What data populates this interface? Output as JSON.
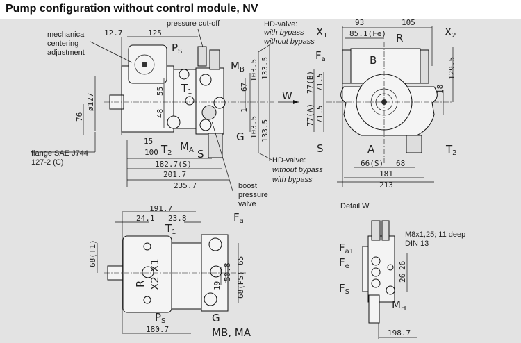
{
  "title": "Pump configuration without control module, NV",
  "side_view": {
    "pressure_cutoff": "pressure cut-off",
    "mech_1": "mechanical",
    "mech_2": "centering",
    "mech_3": "adjustment",
    "d_12_7": "12.7",
    "d_125": "125",
    "ps": "P",
    "ps_sub": "S",
    "mb": "M",
    "mb_sub": "B",
    "t1": "T",
    "t1_sub": "1",
    "d_55": "55",
    "d_67": "67",
    "d_103_5_top": "103.5",
    "d_133_5_top": "133.5",
    "d_127": "ø127",
    "d_76": "76",
    "d_48": "48",
    "d_1": "1",
    "d_103_5_bot": "103.5",
    "d_133_5_bot": "133.5",
    "g": "G",
    "t2": "T",
    "t2_sub": "2",
    "ma": "M",
    "ma_sub": "A",
    "s": "S",
    "d_15": "15",
    "d_100": "100",
    "flange_1": "flange SAE J744",
    "flange_2": "127-2 (C)",
    "d_182_7": "182.7(S)",
    "d_201_7": "201.7",
    "d_235_7": "235.7",
    "boost_1": "boost",
    "boost_2": "pressure",
    "boost_3": "valve",
    "hd_top": "HD-valve:",
    "hd_top_with": "with bypass",
    "hd_top_without": "without bypass",
    "hd_bot": "HD-valve:",
    "hd_bot_without": "without bypass",
    "hd_bot_with": "with bypass",
    "w": "W"
  },
  "front_view": {
    "d_93": "93",
    "d_105": "105",
    "x1": "X",
    "x1_sub": "1",
    "d_85_1": "85.1(Fe)",
    "r": "R",
    "x2": "X",
    "x2_sub": "2",
    "fa": "F",
    "fa_sub": "a",
    "b": "B",
    "d_77b": "77(B)",
    "d_71_5_top": "71.5",
    "d_129_5": "129.5",
    "d_18": "18",
    "d_77a": "77(A)",
    "d_71_5_bot": "71.5",
    "s": "S",
    "a": "A",
    "t2": "T",
    "t2_sub": "2",
    "d_66": "66(S)",
    "d_68": "68",
    "d_181": "181",
    "d_213": "213"
  },
  "bottom_view": {
    "d_191_7": "191.7",
    "d_24_1": "24.1",
    "d_23_8": "23.8",
    "fa": "F",
    "fa_sub": "a",
    "t1": "T",
    "t1_sub": "1",
    "d_68_t1": "68(T1)",
    "x1": "X1",
    "r": "R",
    "x2": "X2",
    "d_65": "65",
    "d_50_8": "50.8",
    "d_19": "19",
    "d_68_ps": "68(PS)",
    "ps": "P",
    "ps_sub": "S",
    "g": "G",
    "mbma": "MB, MA",
    "d_180_7": "180.7"
  },
  "detail_w": {
    "title": "Detail W",
    "thread_1": "M8x1,25; 11 deep",
    "thread_2": "DIN 13",
    "fa1": "F",
    "fa1_sub": "a1",
    "fe": "F",
    "fe_sub": "e",
    "fs": "F",
    "fs_sub": "S",
    "d_26_a": "26",
    "d_26_b": "26",
    "mh": "M",
    "mh_sub": "H",
    "d_198_7": "198.7"
  }
}
